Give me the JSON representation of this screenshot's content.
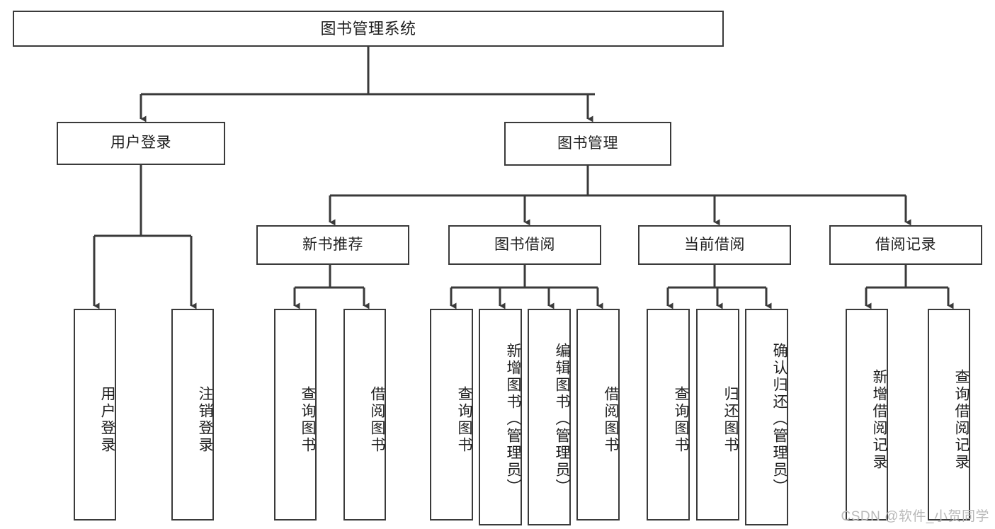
{
  "diagram": {
    "title": "图书管理系统",
    "type": "tree",
    "background_color": "#ffffff",
    "line_color": "#3a3a3a",
    "text_color": "#1f1f1f",
    "root": {
      "label": "图书管理系统"
    },
    "level2": [
      {
        "label": "用户登录"
      },
      {
        "label": "图书管理"
      }
    ],
    "level3": [
      {
        "label": "新书推荐"
      },
      {
        "label": "图书借阅"
      },
      {
        "label": "当前借阅"
      },
      {
        "label": "借阅记录"
      }
    ],
    "leaves": {
      "user_login": [
        {
          "label": "用户登录"
        },
        {
          "label": "注销登录"
        }
      ],
      "new_book_recommend": [
        {
          "label": "查询图书"
        },
        {
          "label": "借阅图书"
        }
      ],
      "book_borrow": [
        {
          "label": "查询图书"
        },
        {
          "label": "新增图书（管理员）"
        },
        {
          "label": "编辑图书（管理员）"
        },
        {
          "label": "借阅图书"
        }
      ],
      "current_borrow": [
        {
          "label": "查询图书"
        },
        {
          "label": "归还图书"
        },
        {
          "label": "确认归还（管理员）"
        }
      ],
      "borrow_record": [
        {
          "label": "新增借阅记录"
        },
        {
          "label": "查询借阅记录"
        }
      ]
    }
  },
  "watermark": {
    "text": "CSDN @软件_小贺同学"
  }
}
